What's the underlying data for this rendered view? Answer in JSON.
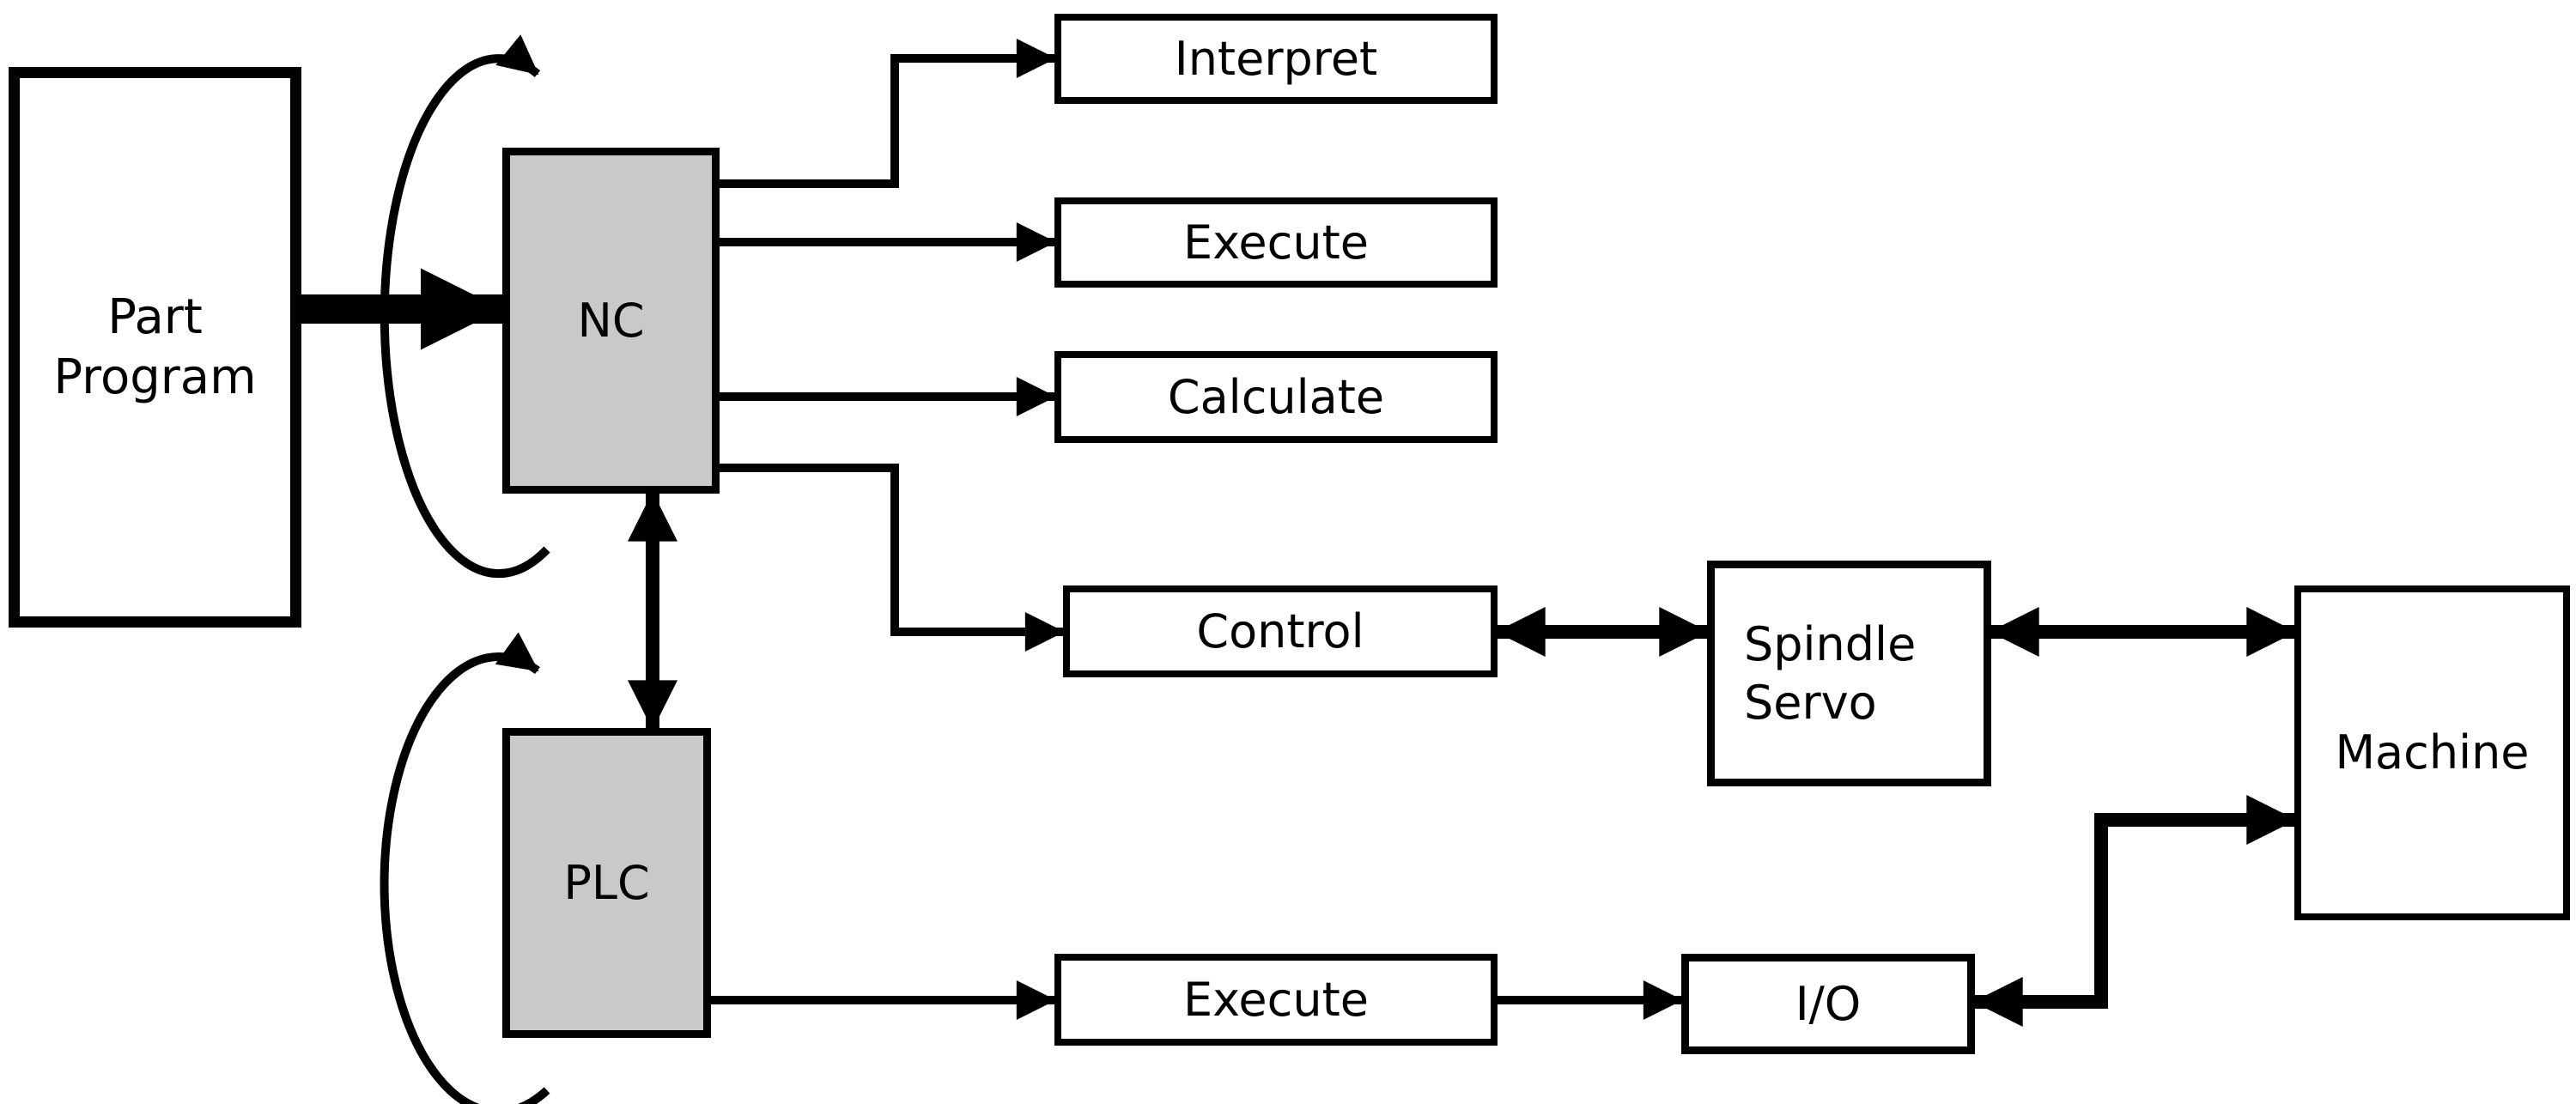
{
  "nodes": {
    "part_program": {
      "label": "Part\nProgram"
    },
    "nc": {
      "label": "NC"
    },
    "plc": {
      "label": "PLC"
    },
    "interpret": {
      "label": "Interpret"
    },
    "execute_nc": {
      "label": "Execute"
    },
    "calculate": {
      "label": "Calculate"
    },
    "control": {
      "label": "Control"
    },
    "spindle_servo": {
      "label": "Spindle\nServo"
    },
    "machine": {
      "label": "Machine"
    },
    "execute_plc": {
      "label": "Execute"
    },
    "io": {
      "label": "I/O"
    }
  },
  "colors": {
    "stroke": "#000000",
    "node_fill": "#ffffff",
    "node_fill_gray": "#c9c9c9",
    "background": "#ffffff"
  }
}
